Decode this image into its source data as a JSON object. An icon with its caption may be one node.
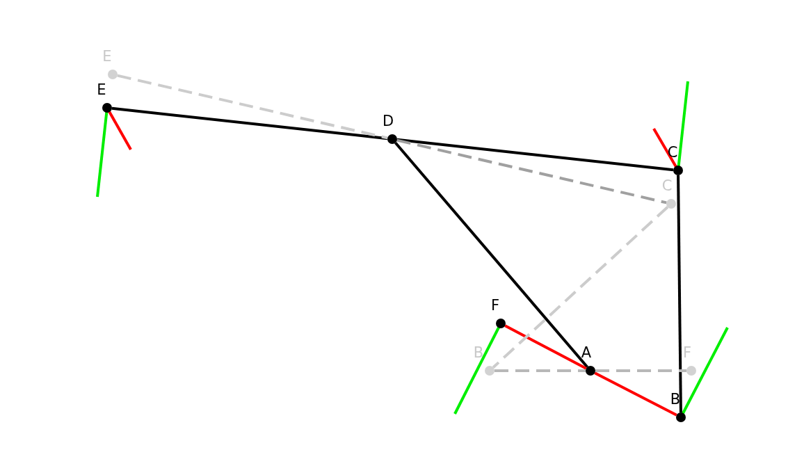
{
  "diagram": {
    "nodes": [
      {
        "text": [
          "E"
        ]
      },
      {
        "text": [
          "E"
        ]
      },
      {
        "text": [
          "D"
        ]
      },
      {
        "text": [
          "C"
        ]
      },
      {
        "text": [
          "C"
        ]
      },
      {
        "text": [
          "F"
        ]
      },
      {
        "text": [
          "B"
        ]
      },
      {
        "text": [
          "A"
        ]
      },
      {
        "text": [
          "F"
        ]
      },
      {
        "text": [
          "B"
        ]
      }
    ],
    "edges": [
      {
        "from": 1,
        "to": 2,
        "arrow": "none"
      },
      {
        "from": 2,
        "to": 3,
        "arrow": "none"
      },
      {
        "from": 2,
        "to": 7,
        "arrow": "none"
      },
      {
        "from": 3,
        "to": 9,
        "arrow": "none"
      },
      {
        "from": 5,
        "to": 7,
        "arrow": "none",
        "color": "#ff0000"
      },
      {
        "from": 7,
        "to": 9,
        "arrow": "none",
        "color": "#ff0000"
      },
      {
        "from": 0,
        "to": 2,
        "arrow": "none",
        "style": "dashed",
        "color": "#cccccc"
      },
      {
        "from": 2,
        "to": 4,
        "arrow": "none",
        "style": "dashed",
        "color": "#a0a0a0"
      },
      {
        "from": 4,
        "to": 6,
        "arrow": "none",
        "style": "dashed",
        "color": "#cccccc"
      },
      {
        "from": 6,
        "to": 7,
        "arrow": "none",
        "style": "dashed",
        "color": "#b8b8b8"
      },
      {
        "from": 7,
        "to": 8,
        "arrow": "none",
        "style": "dashed",
        "color": "#b8b8b8"
      }
    ]
  }
}
